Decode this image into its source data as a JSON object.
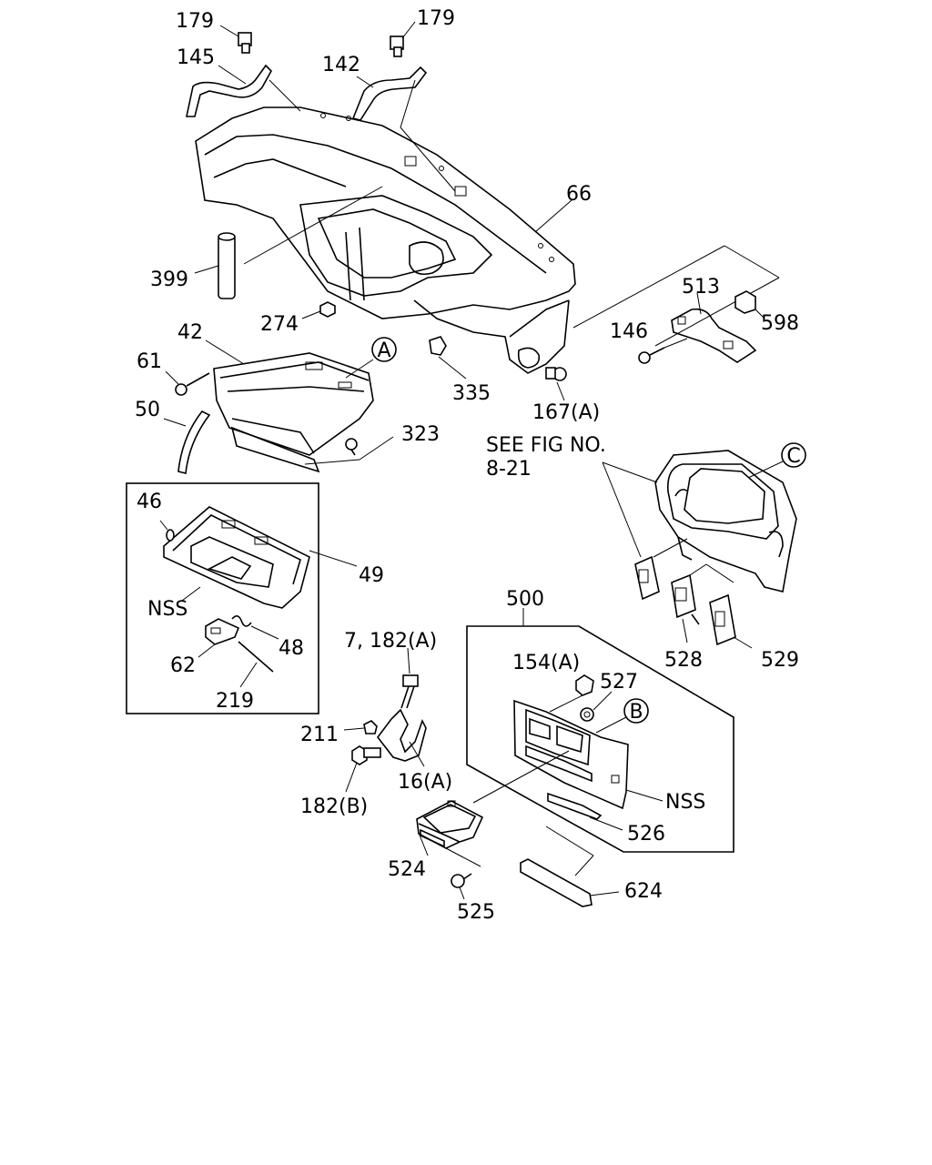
{
  "parts": {
    "p179a": "179",
    "p179b": "179",
    "p145": "145",
    "p142": "142",
    "p66": "66",
    "p399": "399",
    "p274": "274",
    "p513": "513",
    "p598": "598",
    "p146": "146",
    "p42": "42",
    "p61": "61",
    "p50": "50",
    "p335": "335",
    "p167a": "167(A)",
    "p323": "323",
    "p46": "46",
    "p49": "49",
    "nss1": "NSS",
    "p48": "48",
    "p62": "62",
    "p219": "219",
    "p500": "500",
    "p7_182a": "7, 182(A)",
    "p154a": "154(A)",
    "p527": "527",
    "p211": "211",
    "p16a": "16(A)",
    "p182b": "182(B)",
    "nss2": "NSS",
    "p526": "526",
    "p524": "524",
    "p525": "525",
    "p624": "624",
    "p528": "528",
    "p529": "529"
  },
  "reference": {
    "line1": "SEE FIG NO.",
    "line2": "8-21"
  },
  "callouts": {
    "a": "A",
    "b": "B",
    "c": "C"
  }
}
